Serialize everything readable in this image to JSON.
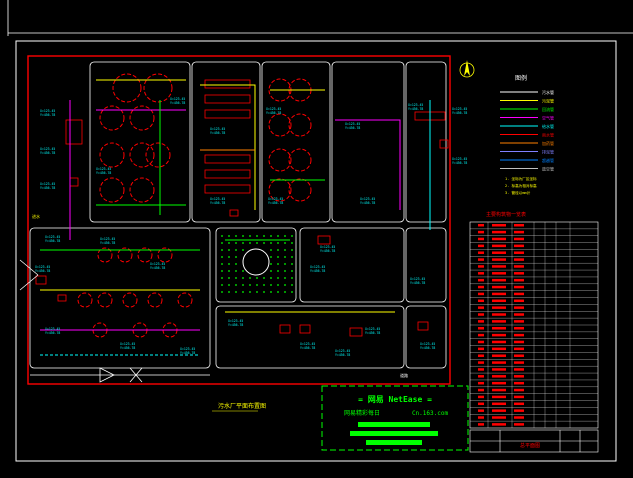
{
  "drawing": {
    "plan_title": "污水厂平面布置图",
    "legend_title": "图例",
    "legend_items": [
      {
        "label": "污水管",
        "color": "#ffffff"
      },
      {
        "label": "污泥管",
        "color": "#ffff00"
      },
      {
        "label": "回流管",
        "color": "#00ff00"
      },
      {
        "label": "空气管",
        "color": "#ff00ff"
      },
      {
        "label": "给水管",
        "color": "#00ffff"
      },
      {
        "label": "雨水管",
        "color": "#ff0000"
      },
      {
        "label": "加药管",
        "color": "#ff8000"
      },
      {
        "label": "排泥管",
        "color": "#8080ff"
      },
      {
        "label": "超越管",
        "color": "#0080ff"
      },
      {
        "label": "放空管",
        "color": "#c0c0c0"
      }
    ],
    "notes": [
      "1. 坐标为厂区坐标",
      "2. 标高为相对标高",
      "3. 管径以mm计"
    ],
    "table_title": "主要构筑物一览表",
    "title_block_label": "总平面图"
  },
  "watermark": {
    "line1": "= 网易 NetEase =",
    "line2": "网易精彩每日",
    "line3": "Cn.163.com"
  },
  "labels": {
    "coord": "X=123.45",
    "coord2": "Y=456.78",
    "road": "道路",
    "left_tag": "进水"
  },
  "colors": {
    "frame": "#ffffff",
    "boundary": "#ff0000",
    "building": "#ffffff",
    "tank": "#ff0000",
    "road": "#ffffff",
    "text_cyan": "#00ffff",
    "green": "#00ff00",
    "yellow": "#ffff00",
    "magenta": "#ff00ff"
  }
}
